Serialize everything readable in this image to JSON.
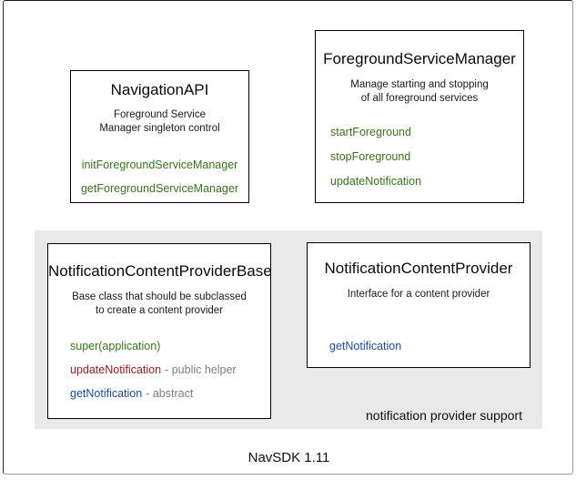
{
  "caption": "NavSDK 1.11",
  "group": {
    "label": "notification provider support",
    "bg_color": "#e9e9e9"
  },
  "colors": {
    "method_green": "#38761d",
    "method_red": "#a11d1d",
    "method_blue": "#1b4f9e",
    "annotation_gray": "#7f7f7f"
  },
  "boxes": {
    "navigation_api": {
      "title": "NavigationAPI",
      "desc": [
        "Foreground Service",
        "Manager singleton control"
      ],
      "methods": [
        {
          "name": "initForegroundServiceManager",
          "color": "#38761d"
        },
        {
          "name": "getForegroundServiceManager",
          "color": "#38761d"
        }
      ]
    },
    "foreground_service_manager": {
      "title": "ForegroundServiceManager",
      "desc": [
        "Manage starting and stopping",
        "of all foreground services"
      ],
      "methods": [
        {
          "name": "startForeground",
          "color": "#38761d"
        },
        {
          "name": "stopForeground",
          "color": "#38761d"
        },
        {
          "name": "updateNotification",
          "color": "#38761d"
        }
      ]
    },
    "notification_content_provider_base": {
      "title": "NotificationContentProviderBase",
      "desc": [
        "Base class that should be subclassed",
        "to create a content provider"
      ],
      "methods": [
        {
          "name": "super(application)",
          "color": "#38761d"
        },
        {
          "name": "updateNotification",
          "color": "#a11d1d",
          "suffix": "- public helper"
        },
        {
          "name": "getNotification",
          "color": "#1b4f9e",
          "suffix": "- abstract"
        }
      ]
    },
    "notification_content_provider": {
      "title": "NotificationContentProvider",
      "desc": [
        "Interface for a content provider"
      ],
      "methods": [
        {
          "name": "getNotification",
          "color": "#1b4f9e"
        }
      ]
    }
  }
}
